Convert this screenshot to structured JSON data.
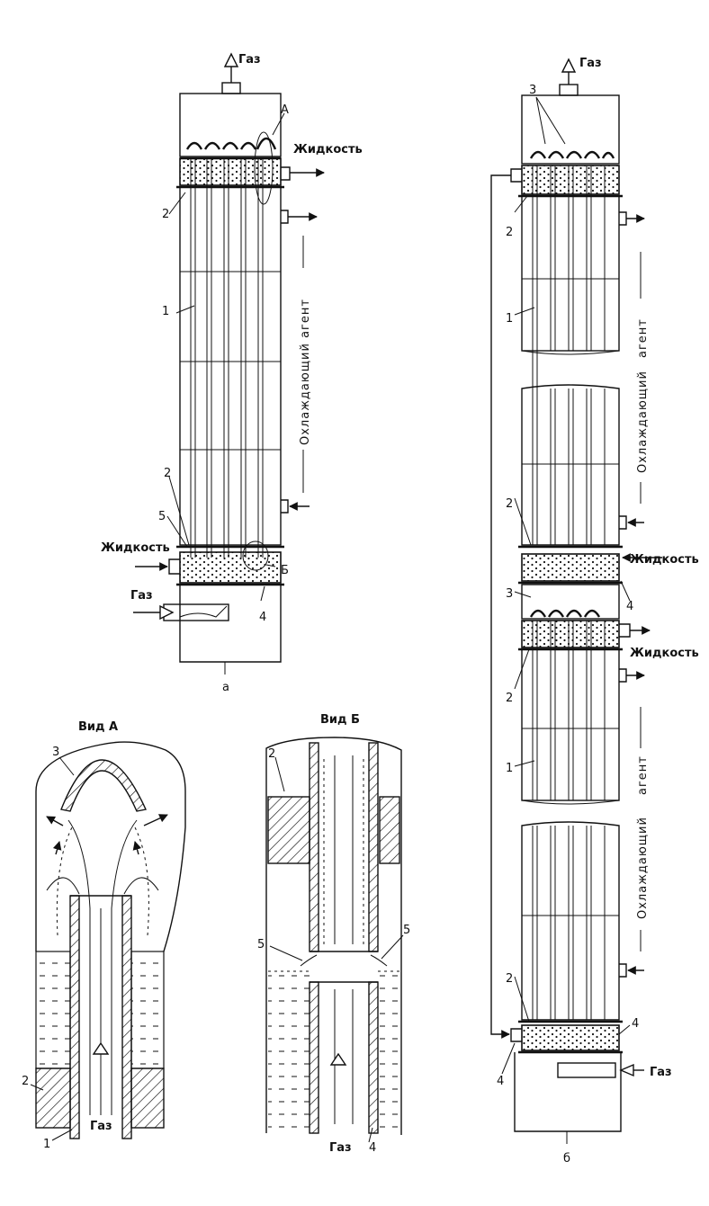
{
  "labels": {
    "gas": "Газ",
    "liquid": "Жидкость",
    "coolant_full": "Охлаждающий агент",
    "coolant_part1": "агент",
    "coolant_part2": "Охлаждающий",
    "view_a": "Вид А",
    "view_b": "Вид Б",
    "caption_a": "а",
    "caption_b": "б",
    "mark_a": "А",
    "mark_b": "Б"
  },
  "part_numbers": [
    "1",
    "2",
    "3",
    "4",
    "5"
  ]
}
